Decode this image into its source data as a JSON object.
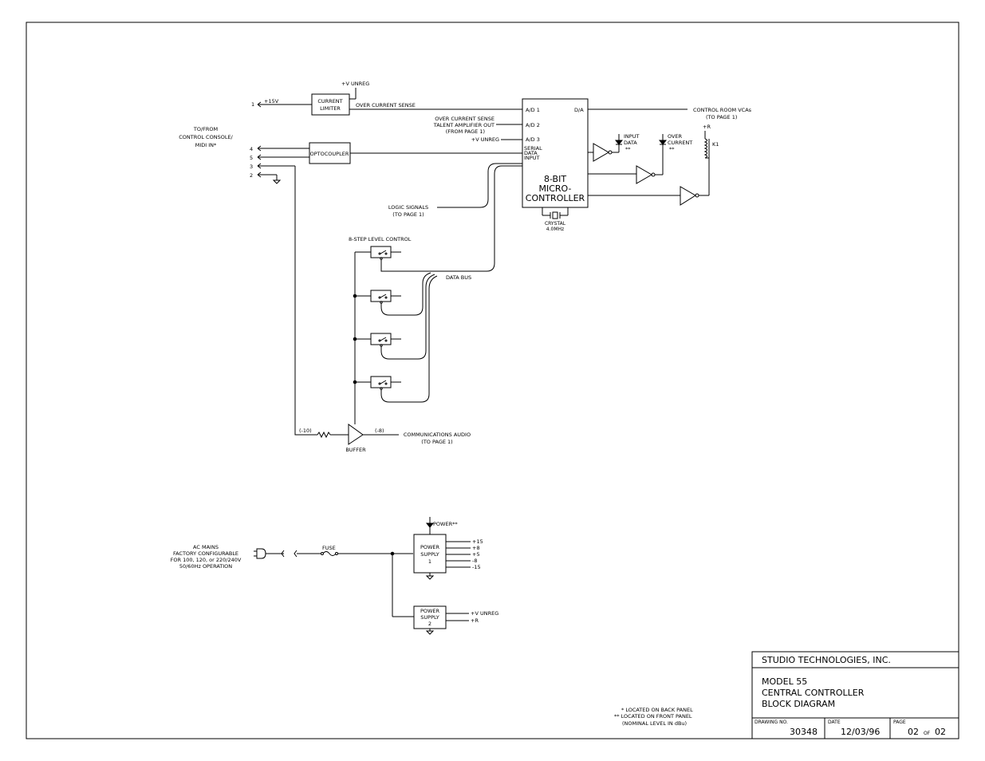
{
  "power_input": {
    "pin": "1",
    "voltage": "+15V",
    "limiter": [
      "CURRENT",
      "LIMITER"
    ],
    "limiter_supply": "+V UNREG",
    "sense": "OVER CURRENT SENSE"
  },
  "console": {
    "label": [
      "TO/FROM",
      "CONTROL CONSOLE/",
      "MIDI IN*"
    ],
    "pins": [
      "4",
      "5",
      "3",
      "2"
    ],
    "optocoupler": "OPTOCOUPLER"
  },
  "mcu": {
    "title": [
      "8-BIT",
      "MICRO-",
      "CONTROLLER"
    ],
    "ports": [
      "A/D 1",
      "A/D 2",
      "A/D 3",
      "SERIAL",
      "DATA",
      "INPUT",
      "D/A"
    ],
    "inputs": [
      "OVER CURRENT SENSE",
      "TALENT AMPLIFIER OUT",
      "(FROM PAGE 1)",
      "+V UNREG"
    ],
    "crystal": [
      "CRYSTAL",
      "4.0MHz"
    ]
  },
  "outputs": {
    "vca": [
      "CONTROL ROOM VCAs",
      "(TO PAGE 1)"
    ],
    "input_led": [
      "INPUT",
      "DATA",
      "**"
    ],
    "over_led": [
      "OVER",
      "CURRENT",
      "**"
    ],
    "relay_supply": "+R",
    "relay": "K1"
  },
  "logic": [
    "LOGIC SIGNALS",
    "(TO PAGE 1)"
  ],
  "level_control": "8-STEP LEVEL CONTROL",
  "data_bus": "DATA BUS",
  "buffer": {
    "label": "BUFFER",
    "in_level": "(-10)",
    "out_level": "(-8)",
    "dest": [
      "COMMUNICATIONS AUDIO",
      "(TO PAGE 1)"
    ]
  },
  "mains": {
    "label": [
      "AC MAINS",
      "FACTORY CONFIGURABLE",
      "FOR 100, 120, or 220/240V",
      "50/60Hz OPERATION"
    ],
    "fuse": "FUSE",
    "switch": "POWER**",
    "ps1": [
      "POWER",
      "SUPPLY",
      "1"
    ],
    "ps1_outputs": [
      "+15",
      "+8",
      "+5",
      "-8",
      "-15"
    ],
    "ps2": [
      "POWER",
      "SUPPLY",
      "2"
    ],
    "ps2_outputs": [
      "+V UNREG",
      "+R"
    ]
  },
  "notes": [
    "* LOCATED ON BACK PANEL",
    "** LOCATED ON FRONT PANEL",
    "(NOMINAL LEVEL IN dBu)"
  ],
  "title_block": {
    "company": "STUDIO TECHNOLOGIES, INC.",
    "title": [
      "MODEL 55",
      "CENTRAL CONTROLLER",
      "BLOCK DIAGRAM"
    ],
    "drawing_no_label": "DRAWING NO.",
    "drawing_no": "30348",
    "date_label": "DATE",
    "date": "12/03/96",
    "page_label": "PAGE",
    "page": "02",
    "of": "OF",
    "pages": "02"
  }
}
